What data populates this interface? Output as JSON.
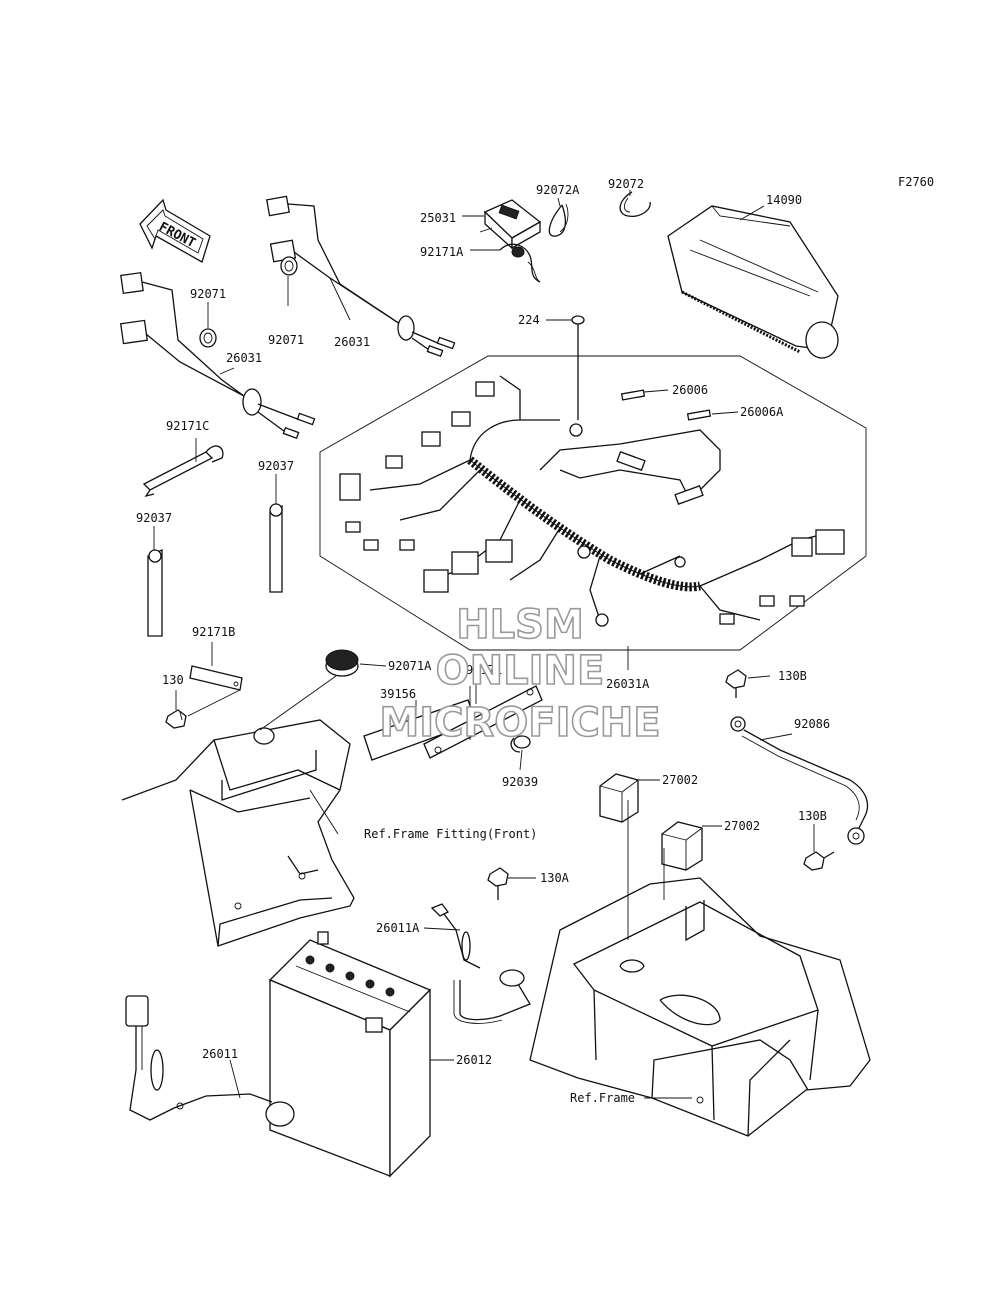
{
  "figure_code": "F2760",
  "front_label": "FRONT",
  "watermark": {
    "line1": "HLSM",
    "line2": "ONLINE",
    "line3": "MICROFICHE"
  },
  "labels": {
    "p92072A": "92072A",
    "p92072": "92072",
    "p14090": "14090",
    "p25031": "25031",
    "p92171A": "92171A",
    "p92071_a": "92071",
    "p92071_b": "92071",
    "p26031_a": "26031",
    "p26031_b": "26031",
    "p224": "224",
    "p26006": "26006",
    "p26006A": "26006A",
    "p92171C": "92171C",
    "p92037_a": "92037",
    "p92037_b": "92037",
    "p92171B": "92171B",
    "p92071A": "92071A",
    "p92171": "92171",
    "p130": "130",
    "p39156": "39156",
    "p26031A": "26031A",
    "p130B_a": "130B",
    "p92086": "92086",
    "p92039": "92039",
    "p27002_a": "27002",
    "p27002_b": "27002",
    "p130B_b": "130B",
    "ref_frame_front": "Ref.Frame Fitting(Front)",
    "p130A": "130A",
    "p26011A": "26011A",
    "p26011": "26011",
    "p26012": "26012",
    "ref_frame": "Ref.Frame"
  }
}
